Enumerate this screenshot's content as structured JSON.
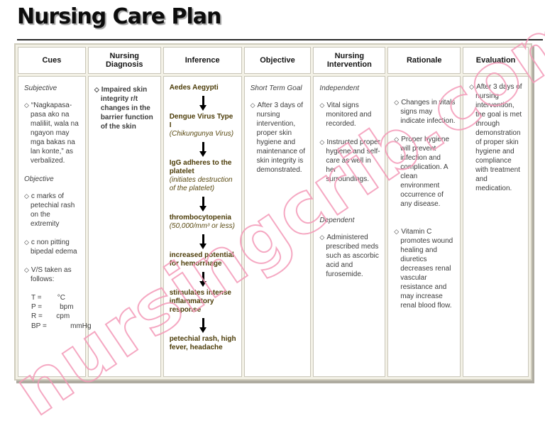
{
  "page": {
    "title": "Nursing Care Plan"
  },
  "watermark": {
    "text": "nursingcrib.com",
    "color": "#f49ab8"
  },
  "bullet": "◇",
  "table": {
    "headers": [
      "Cues",
      "Nursing Diagnosis",
      "Inference",
      "Objective",
      "Nursing Intervention",
      "Rationale",
      "Evaluation"
    ],
    "cues": {
      "subjective_label": "Subjective",
      "subjective_quote": "“Nagkapasa-pasa ako na maliliit, wala na ngayon may mga bakas na lan konte,” as verbalized.",
      "objective_label": "Objective",
      "objective_items": [
        "c marks of petechial rash on the extremity",
        "c non pitting bipedal edema"
      ],
      "vitals_intro": "V/S taken as follows:",
      "vitals_lines": [
        "T =        °C",
        "P =         bpm",
        "R =       cpm",
        "BP =            mmHg"
      ]
    },
    "diagnosis": {
      "text": "Impaired skin integrity r/t changes in the barrier function of the skin"
    },
    "inference": {
      "steps": [
        {
          "title": "Aedes Aegypti",
          "note": ""
        },
        {
          "title": "Dengue Virus Type I",
          "note": "(Chikungunya Virus)"
        },
        {
          "title": "IgG adheres to the platelet",
          "note": "(initiates destruction of the platelet)"
        },
        {
          "title": "thrombocytopenia",
          "note": "(50,000/mm³ or less)"
        },
        {
          "title": "increased potential for hemorrhage",
          "note": ""
        },
        {
          "title": "stimulates intense inflammatory response",
          "note": ""
        },
        {
          "title": "petechial rash, high fever, headache",
          "note": ""
        }
      ]
    },
    "objective": {
      "label": "Short Term Goal",
      "item": "After 3 days of nursing intervention, proper skin hygiene and maintenance of skin integrity is demonstrated."
    },
    "intervention": {
      "independent_label": "Independent",
      "independent_items": [
        "Vital signs monitored and recorded.",
        "Instructed proper hygiene and self-care as well in her surroundings."
      ],
      "dependent_label": "Dependent",
      "dependent_items": [
        "Administered prescribed meds such as ascorbic acid and furosemide."
      ]
    },
    "rationale": {
      "items": [
        "Changes in vitals signs may indicate infection.",
        "Proper hygiene will prevent infection and complication. A clean environment occurrence of any disease.",
        "Vitamin C promotes wound healing and diuretics decreases renal vascular resistance and may increase renal blood flow."
      ]
    },
    "evaluation": {
      "items": [
        "After 3 days of nursing intervention, the goal is met through demonstration of proper skin hygiene and compliance with treatment and medication."
      ]
    }
  }
}
